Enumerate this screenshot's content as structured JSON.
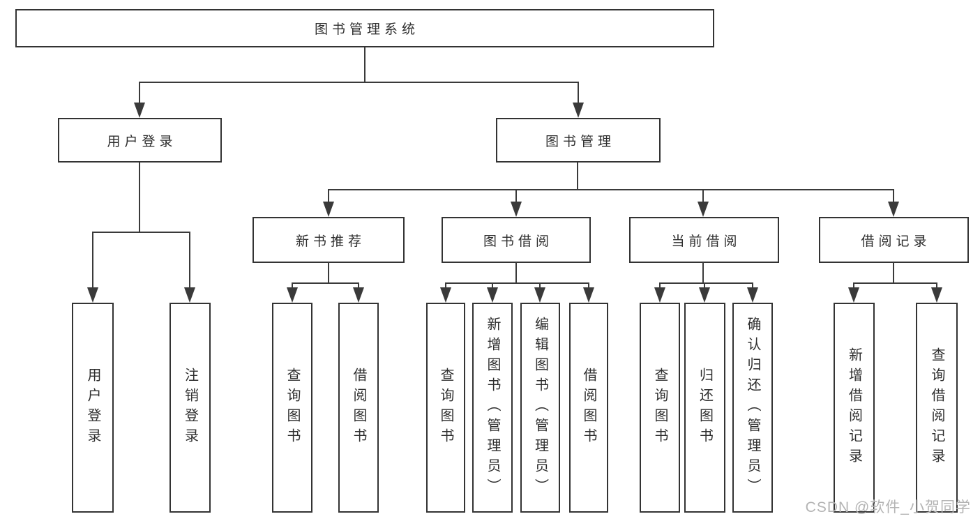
{
  "tree": {
    "label": "图书管理系统",
    "children": [
      {
        "label": "用户登录",
        "children": [
          {
            "label": "用户登录"
          },
          {
            "label": "注销登录"
          }
        ]
      },
      {
        "label": "图书管理",
        "children": [
          {
            "label": "新书推荐",
            "children": [
              {
                "label": "查询图书"
              },
              {
                "label": "借阅图书"
              }
            ]
          },
          {
            "label": "图书借阅",
            "children": [
              {
                "label": "查询图书"
              },
              {
                "label": "新增图书（管理员）"
              },
              {
                "label": "编辑图书（管理员）"
              },
              {
                "label": "借阅图书"
              }
            ]
          },
          {
            "label": "当前借阅",
            "children": [
              {
                "label": "查询图书"
              },
              {
                "label": "归还图书"
              },
              {
                "label": "确认归还（管理员）"
              }
            ]
          },
          {
            "label": "借阅记录",
            "children": [
              {
                "label": "新增借阅记录"
              },
              {
                "label": "查询借阅记录"
              }
            ]
          }
        ]
      }
    ]
  },
  "watermark": "CSDN @软件_小贺同学",
  "colors": {
    "background": "#ffffff",
    "box_border": "#333333",
    "line": "#3a3a3a",
    "text": "#2e2e2e",
    "watermark": "#b4b4b4"
  }
}
